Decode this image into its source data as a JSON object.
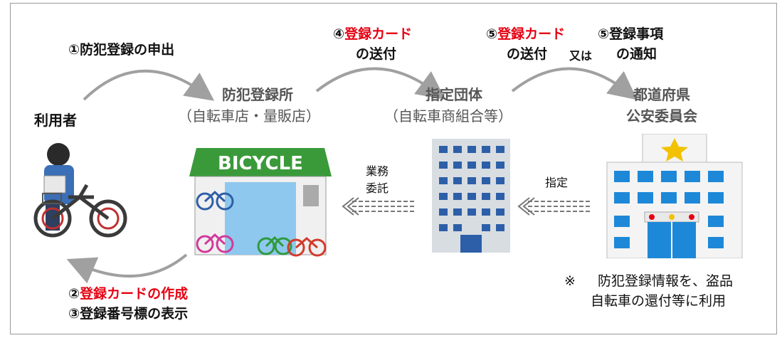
{
  "step1": "①防犯登録の申出",
  "step4": {
    "num": "④",
    "card": "登録カード",
    "rest": "の送付"
  },
  "step5a": {
    "num": "⑤",
    "card": "登録カード",
    "rest": "の送付"
  },
  "step5b": {
    "num": "⑤",
    "line1": "登録事項",
    "line2": "の通知"
  },
  "or_text": "又は",
  "user": {
    "label": "利用者"
  },
  "shop": {
    "name": "防犯登録所",
    "sub": "（自転車店・量販店）",
    "sign": "BICYCLE"
  },
  "org": {
    "name": "指定団体",
    "sub": "（自転車商組合等）"
  },
  "police": {
    "line1": "都道府県",
    "line2": "公安委員会"
  },
  "consign": {
    "line1": "業務",
    "line2": "委託"
  },
  "designate": "指定",
  "step2": {
    "num": "②",
    "text": "登録カードの作成"
  },
  "step3": "③登録番号標の表示",
  "note": {
    "mark": "※",
    "line1": "防犯登録情報を、盗品",
    "line2": "自転車の還付等に利用"
  },
  "colors": {
    "accent_red": "#e60012",
    "arrow_gray": "#a0a0a0",
    "shop_green": "#3a9a3a",
    "building_blue": "#2d5fa8"
  },
  "icons": [
    "person-with-bicycle-icon",
    "bicycle-shop-icon",
    "office-building-icon",
    "police-station-icon"
  ]
}
